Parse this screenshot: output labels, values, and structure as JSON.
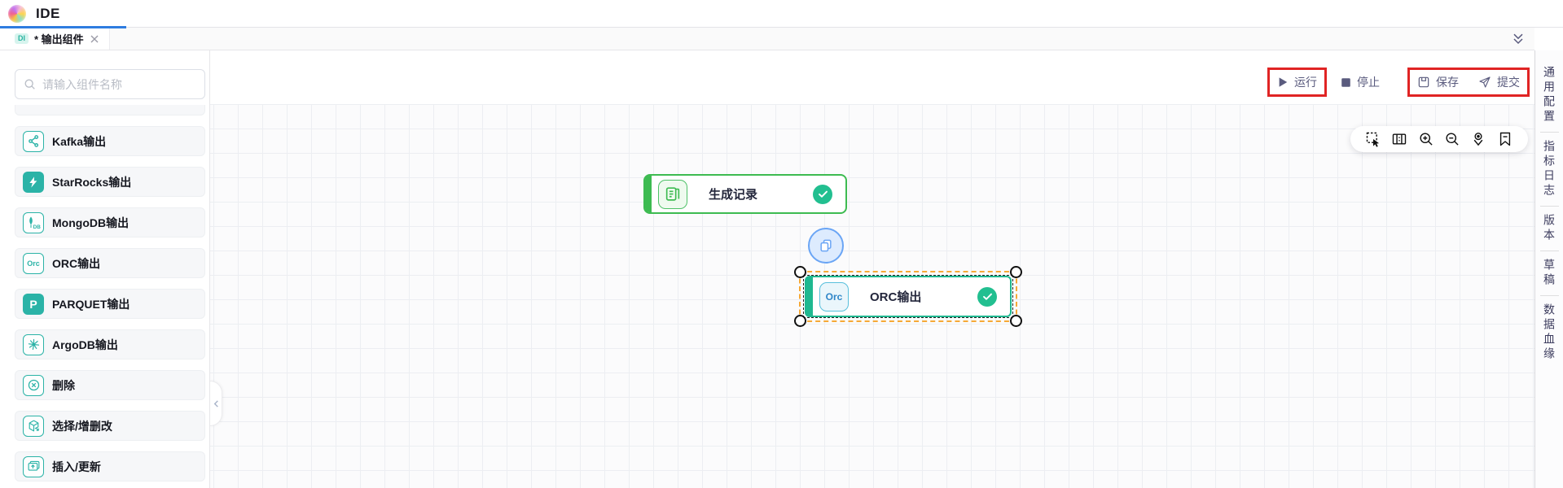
{
  "header": {
    "title": "IDE"
  },
  "tab_bar": {
    "tab": {
      "badge": "DI",
      "title": "* 输出组件"
    }
  },
  "toolbar": {
    "run": "运行",
    "stop": "停止",
    "save": "保存",
    "submit": "提交"
  },
  "sidebar": {
    "search_placeholder": "请输入组件名称",
    "items": [
      {
        "label": "Kafka输出",
        "icon": "kafka-icon"
      },
      {
        "label": "StarRocks输出",
        "icon": "starrocks-icon"
      },
      {
        "label": "MongoDB输出",
        "icon": "mongodb-icon"
      },
      {
        "label": "ORC输出",
        "icon": "orc-icon",
        "icon_text": "Orc"
      },
      {
        "label": "PARQUET输出",
        "icon": "parquet-icon",
        "icon_text": "P"
      },
      {
        "label": "ArgoDB输出",
        "icon": "argodb-icon"
      },
      {
        "label": "删除",
        "icon": "delete-icon"
      },
      {
        "label": "选择/增删改",
        "icon": "select-cube-icon"
      },
      {
        "label": "插入/更新",
        "icon": "insert-update-icon"
      }
    ]
  },
  "canvas": {
    "nodes": [
      {
        "label": "生成记录",
        "icon": "generate-records-icon",
        "status": "success"
      },
      {
        "label": "ORC输出",
        "icon": "orc-icon",
        "icon_text": "Orc",
        "status": "success",
        "selected": true
      }
    ],
    "edge": {
      "from": "生成记录",
      "to": "ORC输出",
      "badge_icon": "copy-icon"
    },
    "tools": [
      {
        "name": "marquee-select"
      },
      {
        "name": "layout"
      },
      {
        "name": "zoom-in"
      },
      {
        "name": "zoom-out"
      },
      {
        "name": "locate"
      },
      {
        "name": "bookmark"
      }
    ]
  },
  "right_panel": {
    "items": [
      {
        "label": "通用配置"
      },
      {
        "label": "指标日志"
      },
      {
        "label": "版本"
      },
      {
        "label": "草稿"
      },
      {
        "label": "数据血缘"
      }
    ]
  },
  "colors": {
    "accent_blue": "#2e7ce0",
    "teal_icon": "#2bb3a7",
    "node_green": "#3dbb51",
    "node_teal": "#1fb890",
    "check_green": "#22bf90",
    "selection_orange": "#f6a936",
    "highlight_red": "#e02424",
    "edge_gray": "#a0a3a8",
    "badge_blue": "#6aa5f5"
  }
}
